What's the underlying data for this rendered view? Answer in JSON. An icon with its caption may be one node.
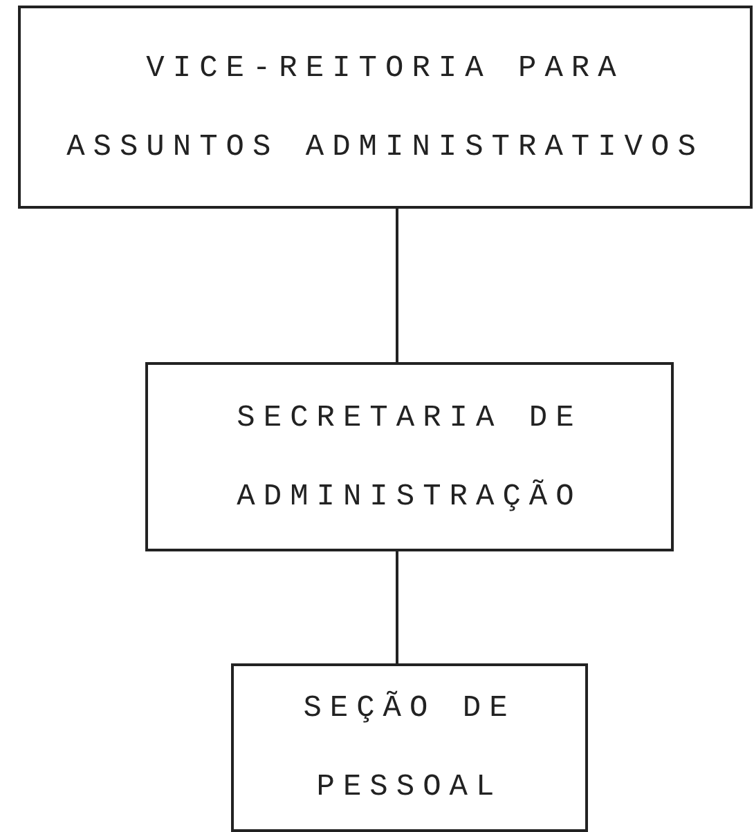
{
  "diagram": {
    "nodes": [
      {
        "text": [
          "VICE-REITORIA PARA ASSUNTOS ADMINISTRATIVOS"
        ]
      },
      {
        "text": [
          "SECRETARIA DE ADMINISTRAÇÃO"
        ]
      },
      {
        "text": [
          "SEÇÃO DE PESSOAL"
        ]
      }
    ],
    "edges": [
      {
        "from": 0,
        "to": 1,
        "arrow": "none"
      },
      {
        "from": 1,
        "to": 2,
        "arrow": "none"
      }
    ]
  }
}
